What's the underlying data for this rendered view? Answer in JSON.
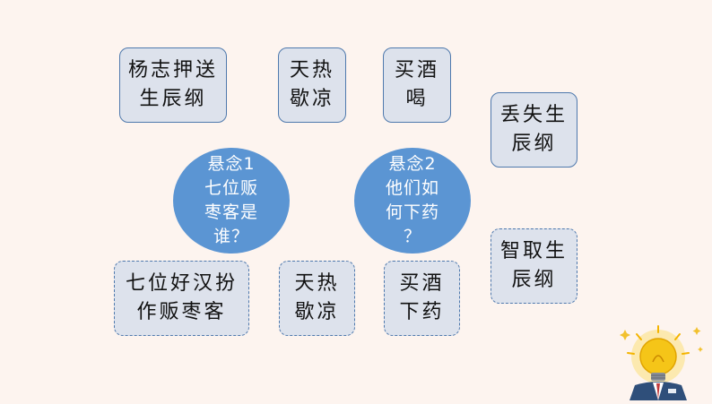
{
  "top_boxes": [
    {
      "text": "杨志押送\n生辰纲"
    },
    {
      "text": "天热\n歇凉"
    },
    {
      "text": "买酒\n喝"
    }
  ],
  "right_boxes": [
    {
      "text": "丢失生\n辰纲"
    },
    {
      "text": "智取生\n辰纲"
    }
  ],
  "circles": [
    {
      "text": "悬念1\n七位贩\n枣客是\n谁？"
    },
    {
      "text": "悬念2\n他们如\n何下药\n？"
    }
  ],
  "bottom_boxes": [
    {
      "text": "七位好汉扮\n作贩枣客"
    },
    {
      "text": "天热\n歇凉"
    },
    {
      "text": "买酒\n下药"
    }
  ],
  "mascot": {
    "icon": "lightbulb-head-mascot-icon"
  }
}
